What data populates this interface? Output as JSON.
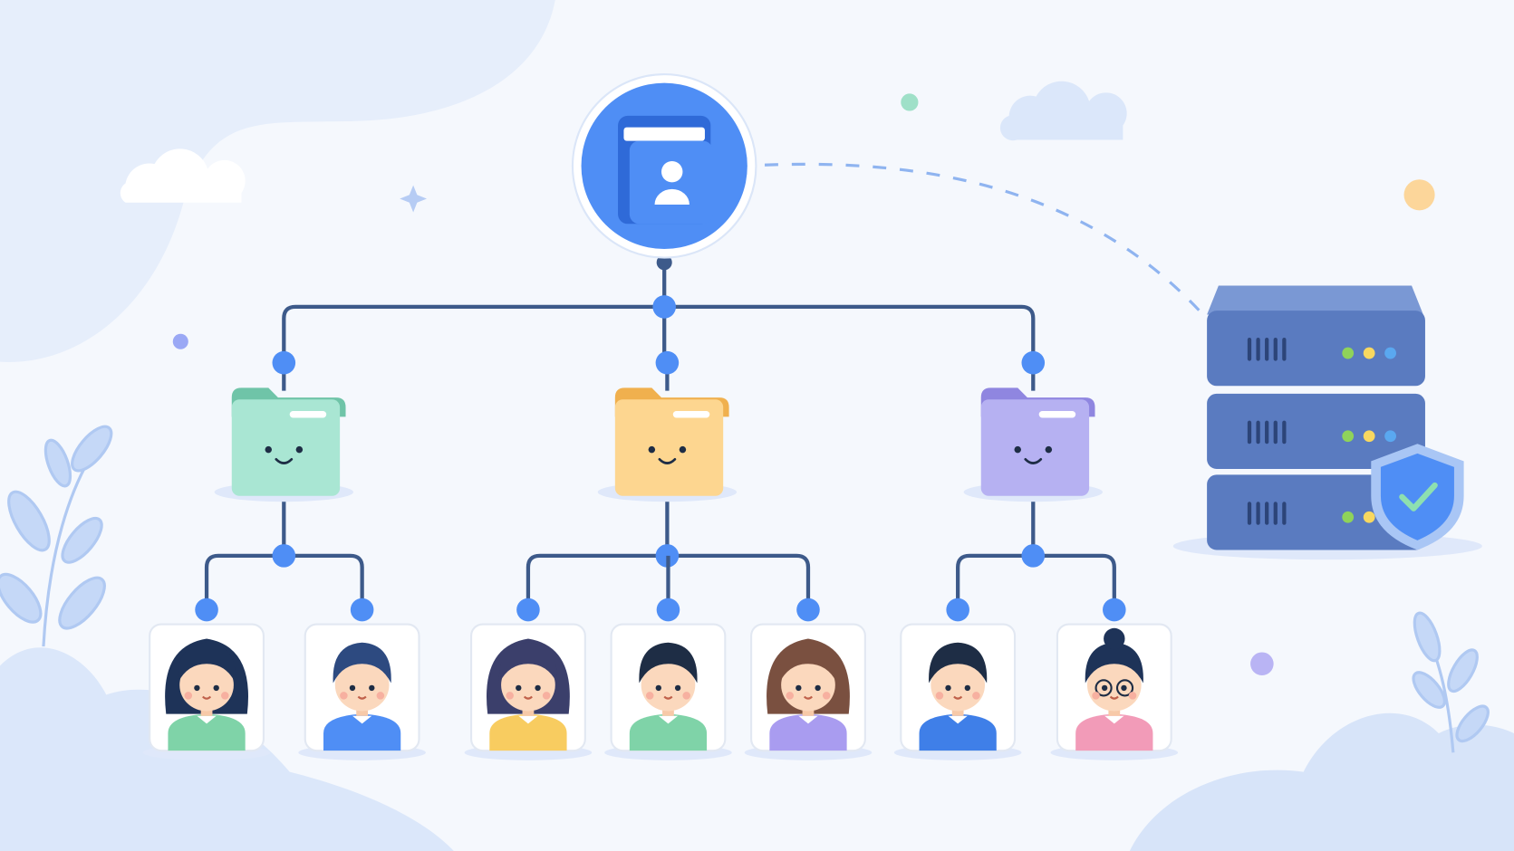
{
  "diagram": {
    "type": "hierarchy",
    "root": {
      "icon": "contact-book-icon",
      "color": "#4f8ef5"
    },
    "line_color": "#3d5a8a",
    "node_dot_color": "#4f8ef5",
    "groups": [
      {
        "icon": "folder-icon",
        "face": "smiley",
        "color": "#a9e6d3",
        "tab_color": "#6fc4a8",
        "members": [
          {
            "icon": "avatar-girl-icon",
            "hair": "#1e3358",
            "shirt": "#7fd3a8",
            "long_hair": true
          },
          {
            "icon": "avatar-boy-icon",
            "hair": "#2d4a80",
            "shirt": "#4f8ef5",
            "long_hair": false
          }
        ]
      },
      {
        "icon": "folder-icon",
        "face": "smiley",
        "color": "#fdd690",
        "tab_color": "#f0b04e",
        "members": [
          {
            "icon": "avatar-girl-icon",
            "hair": "#3b3f6b",
            "shirt": "#f8cc60",
            "long_hair": true
          },
          {
            "icon": "avatar-boy-icon",
            "hair": "#1e2d45",
            "shirt": "#7fd3a8",
            "long_hair": false
          },
          {
            "icon": "avatar-girl-icon",
            "hair": "#7a5040",
            "shirt": "#a99cf0",
            "long_hair": true
          }
        ]
      },
      {
        "icon": "folder-icon",
        "face": "smiley",
        "color": "#b6b1f2",
        "tab_color": "#8f86e0",
        "members": [
          {
            "icon": "avatar-boy-hoodie-icon",
            "hair": "#1e2d45",
            "shirt": "#3f7fe8",
            "long_hair": false
          },
          {
            "icon": "avatar-girl-glasses-icon",
            "hair": "#1e3358",
            "shirt": "#f29bb8",
            "long_hair": false
          }
        ]
      }
    ],
    "server": {
      "icon": "server-rack-icon",
      "color": "#5a7bc0",
      "units": 3,
      "leds": [
        "#8fd35a",
        "#f8d860",
        "#5aa8f0"
      ],
      "badge": {
        "icon": "shield-check-icon",
        "color": "#4f8ef5",
        "check_color": "#8de0b0"
      }
    },
    "sync_link": {
      "style": "dashed",
      "color": "#8fb4f0",
      "from": "root",
      "to": "server"
    },
    "background_color": "#f5f8fd"
  }
}
